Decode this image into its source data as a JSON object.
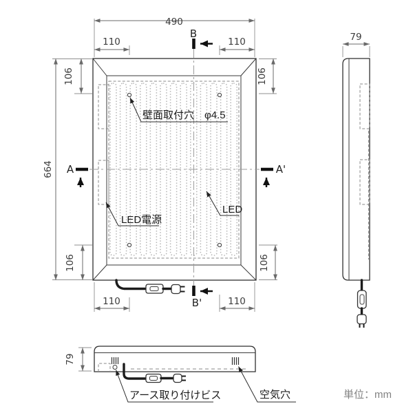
{
  "views": {
    "front": {
      "dims": {
        "width": "490",
        "height": "664",
        "hole_offset_top_left": "110",
        "hole_offset_top_right": "110",
        "hole_offset_bottom_left": "110",
        "hole_offset_bottom_right": "110",
        "hole_offset_side_top_left": "106",
        "hole_offset_side_top_right": "106",
        "hole_offset_side_bottom_left": "106",
        "hole_offset_side_bottom_right": "106"
      },
      "section_markers": {
        "a": "A",
        "a_prime": "A'",
        "b": "B",
        "b_prime": "B'"
      },
      "labels": {
        "wall_mount_hole": "壁面取付穴　φ4.5",
        "led_power": "LED電源",
        "led": "LED"
      }
    },
    "side": {
      "dims": {
        "depth": "79"
      }
    },
    "bottom": {
      "dims": {
        "depth": "79"
      },
      "labels": {
        "ground_screw": "アース取り付けビス",
        "air_hole": "空気穴"
      }
    }
  },
  "footer": {
    "unit_note": "単位：mm"
  }
}
